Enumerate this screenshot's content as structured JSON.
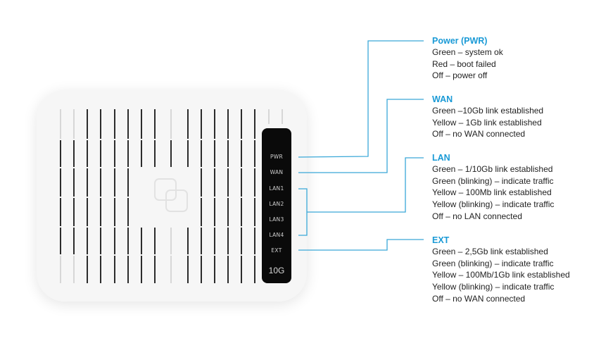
{
  "device": {
    "leds": [
      "PWR",
      "WAN",
      "LAN1",
      "LAN2",
      "LAN3",
      "LAN4",
      "EXT"
    ],
    "badge": "10G",
    "logo_icon": "linked-squares-logo"
  },
  "colors": {
    "accent": "#1a9ad6",
    "line": "#3aa8d8",
    "panel": "#0a0a0a"
  },
  "legend": [
    {
      "title": "Power (PWR)",
      "items": [
        "Green – system ok",
        "Red – boot failed",
        "Off – power off"
      ]
    },
    {
      "title": "WAN",
      "items": [
        "Green –10Gb link established",
        "Yellow – 1Gb link established",
        "Off – no WAN connected"
      ]
    },
    {
      "title": "LAN",
      "items": [
        "Green – 1/10Gb link established",
        "Green (blinking) – indicate traffic",
        "Yellow – 100Mb link established",
        "Yellow (blinking) – indicate traffic",
        "Off – no LAN connected"
      ]
    },
    {
      "title": "EXT",
      "items": [
        "Green – 2,5Gb link established",
        "Green (blinking) – indicate traffic",
        "Yellow – 100Mb/1Gb link established",
        "Yellow (blinking) – indicate traffic",
        "Off – no WAN connected"
      ]
    }
  ]
}
